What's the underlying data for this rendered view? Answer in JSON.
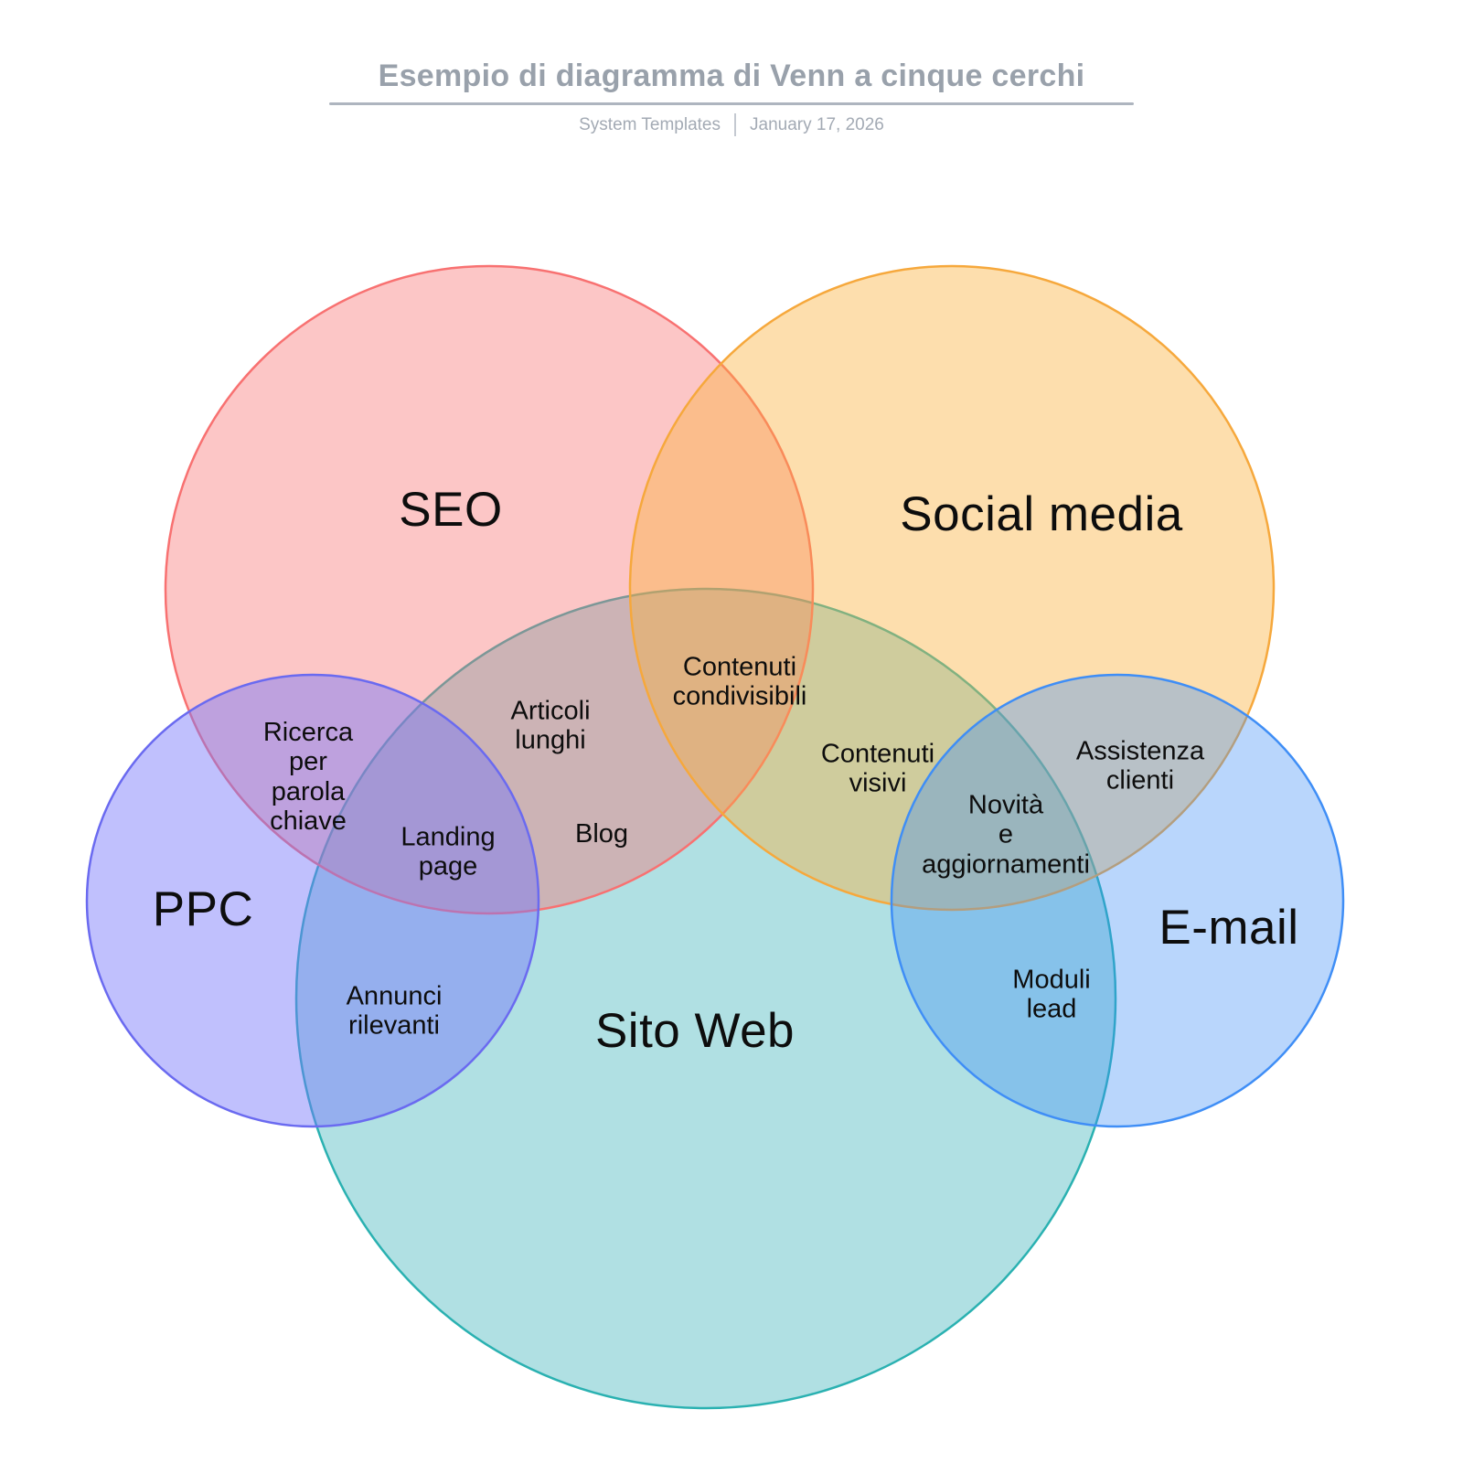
{
  "header": {
    "title": "Esempio di diagramma di Venn a cinque cerchi",
    "byline": "System Templates",
    "date": "January 17, 2026"
  },
  "diagram": {
    "type": "venn-five-circles",
    "circles": [
      {
        "id": "seo",
        "label": "SEO",
        "stroke": "#F87171",
        "fill": "rgba(248,113,113,0.40)"
      },
      {
        "id": "social-media",
        "label": "Social media",
        "stroke": "#F6A83C",
        "fill": "rgba(250,176,59,0.42)"
      },
      {
        "id": "ppc",
        "label": "PPC",
        "stroke": "#6A6AF0",
        "fill": "rgba(118,118,250,0.46)"
      },
      {
        "id": "email",
        "label": "E-mail",
        "stroke": "#3F8EF6",
        "fill": "rgba(62,142,246,0.36)"
      },
      {
        "id": "sito-web",
        "label": "Sito Web",
        "stroke": "#2AB1B1",
        "fill": "rgba(36,168,177,0.36)"
      }
    ],
    "intersections": [
      {
        "id": "seo-ppc",
        "between": [
          "SEO",
          "PPC"
        ],
        "label": "Ricerca\nper\nparola\nchiave"
      },
      {
        "id": "seo-ppc-sito-web",
        "between": [
          "SEO",
          "PPC",
          "Sito Web"
        ],
        "label": "Landing\npage"
      },
      {
        "id": "seo-sito-web-upper",
        "between": [
          "SEO",
          "Sito Web"
        ],
        "label": "Articoli\nlunghi"
      },
      {
        "id": "seo-sito-web-lower",
        "between": [
          "SEO",
          "Sito Web"
        ],
        "label": "Blog"
      },
      {
        "id": "seo-social-sito-web",
        "between": [
          "SEO",
          "Social media",
          "Sito Web"
        ],
        "label": "Contenuti\ncondivisibili"
      },
      {
        "id": "social-sito-web",
        "between": [
          "Social media",
          "Sito Web"
        ],
        "label": "Contenuti\nvisivi"
      },
      {
        "id": "social-email-sito-web",
        "between": [
          "Social media",
          "E-mail",
          "Sito Web"
        ],
        "label": "Novità\ne\naggiornamenti"
      },
      {
        "id": "social-email",
        "between": [
          "Social media",
          "E-mail"
        ],
        "label": "Assistenza\nclienti"
      },
      {
        "id": "email-sito-web",
        "between": [
          "E-mail",
          "Sito Web"
        ],
        "label": "Moduli\nlead"
      },
      {
        "id": "ppc-sito-web",
        "between": [
          "PPC",
          "Sito Web"
        ],
        "label": "Annunci\nrilevanti"
      }
    ]
  }
}
